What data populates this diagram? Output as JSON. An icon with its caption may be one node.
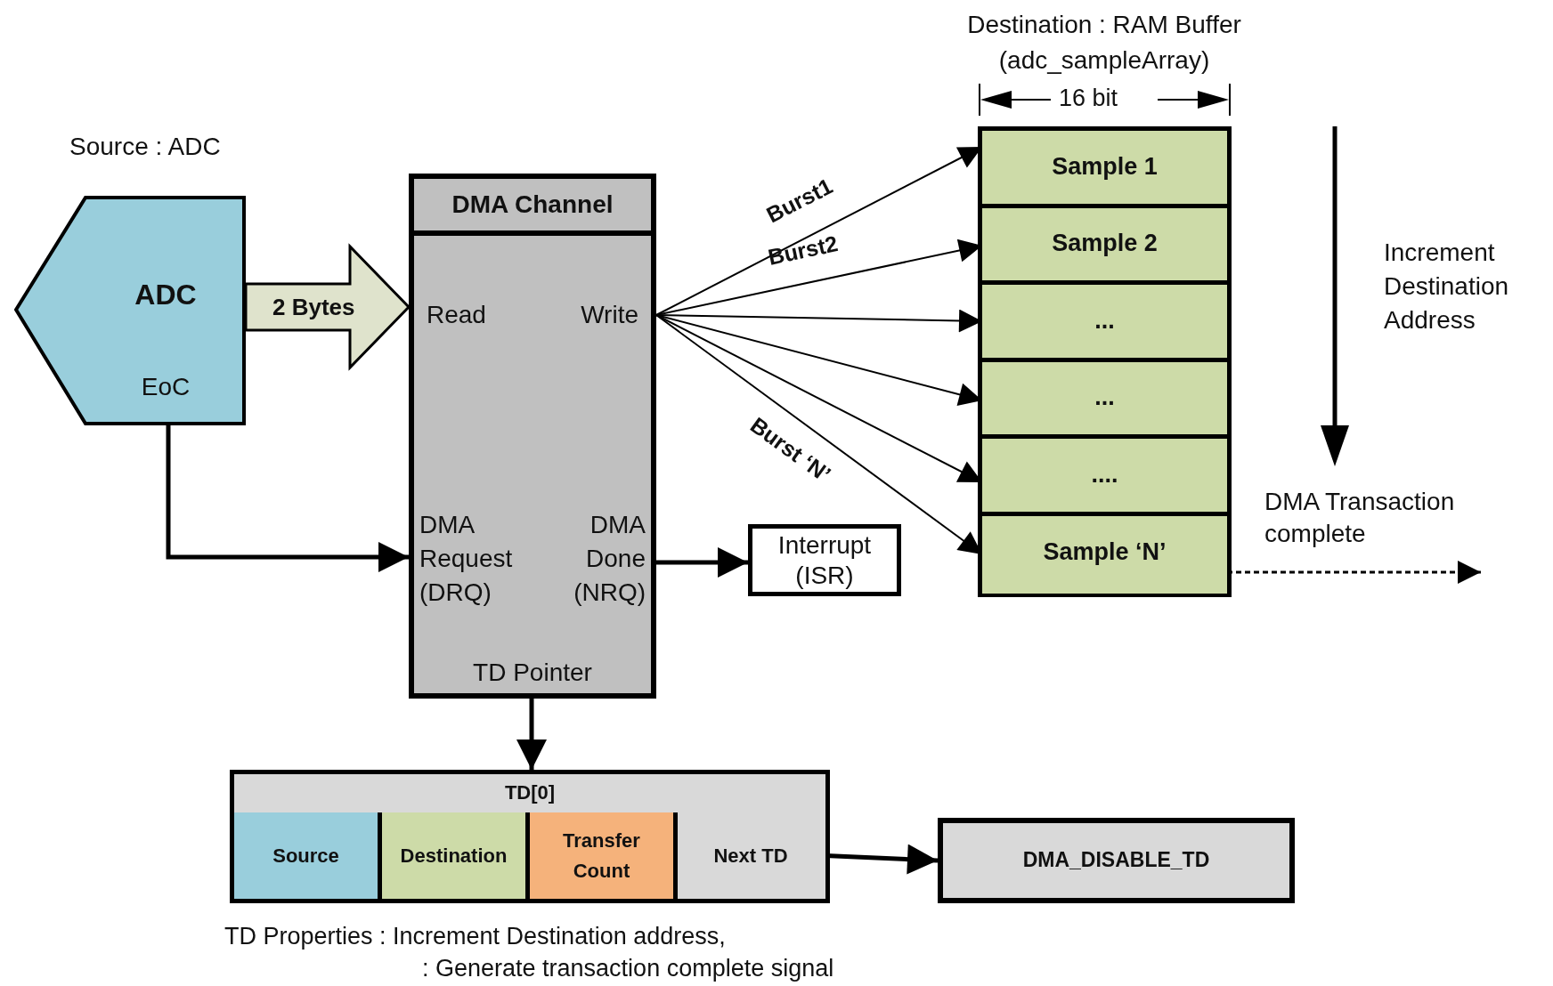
{
  "diagram": {
    "nodes": [
      {
        "text": [
          "ADC",
          "EoC"
        ],
        "beside": [
          "Source : ADC"
        ]
      },
      {
        "text": [
          "DMA Channel",
          "Read",
          "Write",
          "DMA Request (DRQ)",
          "DMA Done (NRQ)",
          "TD Pointer"
        ]
      },
      {
        "text": [
          "Interrupt (ISR)"
        ]
      },
      {
        "text": [
          "Destination : RAM Buffer (adc_sampleArray)"
        ]
      },
      {
        "text": [
          "Sample 1"
        ],
        "in": 3
      },
      {
        "text": [
          "Sample 2"
        ],
        "in": 3
      },
      {
        "text": [
          "..."
        ],
        "in": 3
      },
      {
        "text": [
          "..."
        ],
        "in": 3
      },
      {
        "text": [
          "...."
        ],
        "in": 3
      },
      {
        "text": [
          "Sample ‘N’"
        ],
        "in": 3
      },
      {
        "text": [
          "TD[0]"
        ]
      },
      {
        "text": [
          "Source"
        ],
        "in": 10
      },
      {
        "text": [
          "Destination"
        ],
        "in": 10
      },
      {
        "text": [
          "Transfer Count"
        ],
        "in": 10
      },
      {
        "text": [
          "Next TD"
        ],
        "in": 10
      },
      {
        "text": [
          "DMA_DISABLE_TD"
        ]
      }
    ],
    "edges": [
      {
        "from": 0,
        "to": 1,
        "arrow": "to",
        "label": "2 Bytes",
        "style": "thick",
        "color": "#dfe3cc"
      },
      {
        "from": 0,
        "to": 1,
        "arrow": "to",
        "style": "thick"
      },
      {
        "from": 1,
        "to": 4,
        "arrow": "to",
        "label": "Burst1"
      },
      {
        "from": 1,
        "to": 5,
        "arrow": "to",
        "label": "Burst2"
      },
      {
        "from": 1,
        "to": 6,
        "arrow": "to"
      },
      {
        "from": 1,
        "to": 7,
        "arrow": "to"
      },
      {
        "from": 1,
        "to": 8,
        "arrow": "to"
      },
      {
        "from": 1,
        "to": 9,
        "arrow": "to",
        "label": "Burst ‘N’"
      },
      {
        "from": 1,
        "to": 2,
        "arrow": "to",
        "style": "thick"
      },
      {
        "from": 1,
        "to": 10,
        "arrow": "to",
        "style": "thick"
      },
      {
        "from": 14,
        "to": 15,
        "arrow": "to",
        "style": "thick"
      },
      {
        "from": 9,
        "to": null,
        "arrow": "to",
        "label": "DMA Transaction complete",
        "style": "dashed"
      }
    ],
    "labels": [
      "16 bit",
      "Increment Destination Address",
      "TD Properties : Increment Destination address,",
      ": Generate transaction complete signal"
    ]
  }
}
